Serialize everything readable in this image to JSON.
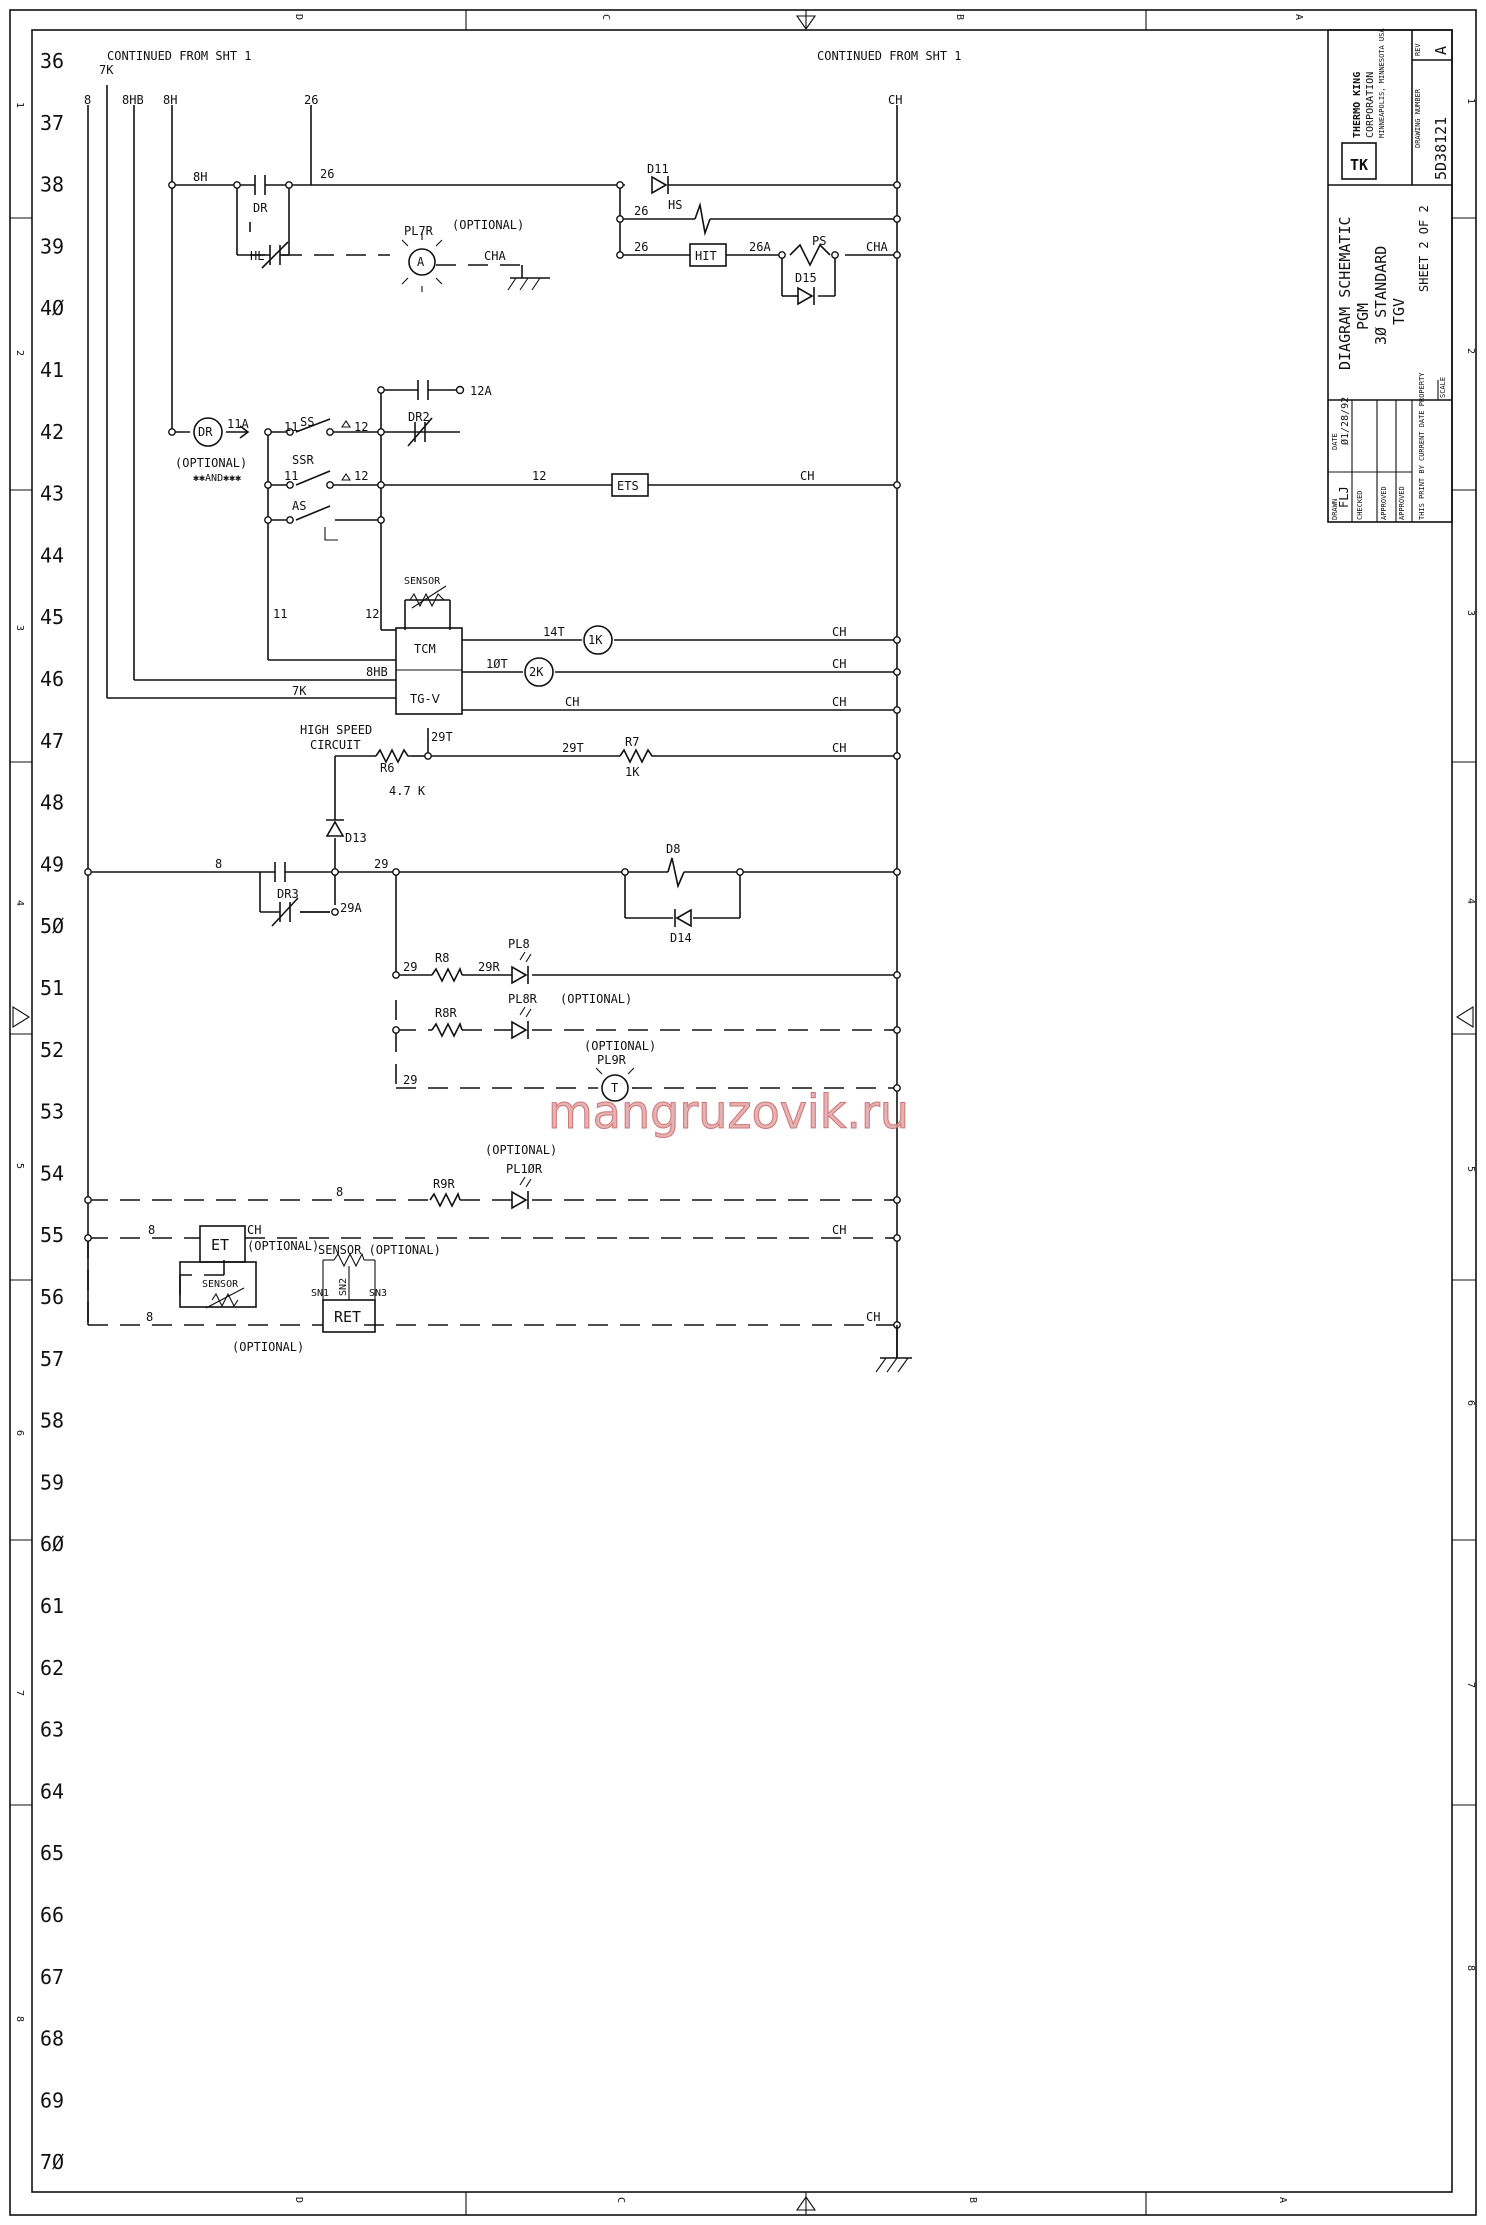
{
  "header": {
    "continued_left": "CONTINUED FROM SHT 1",
    "continued_right": "CONTINUED FROM SHT 1"
  },
  "border": {
    "top_letters": [
      "D",
      "C",
      "B",
      "A"
    ],
    "bottom_letters": [
      "D",
      "C",
      "B",
      "A"
    ],
    "left_numbers": [
      "1",
      "2",
      "3",
      "4",
      "5",
      "6",
      "7",
      "8"
    ],
    "right_numbers": [
      "1",
      "2",
      "3",
      "4",
      "5",
      "6",
      "7",
      "8"
    ]
  },
  "rows": [
    "36",
    "37",
    "38",
    "39",
    "4Ø",
    "41",
    "42",
    "43",
    "44",
    "45",
    "46",
    "47",
    "48",
    "49",
    "5Ø",
    "51",
    "52",
    "53",
    "54",
    "55",
    "56",
    "57",
    "58",
    "59",
    "6Ø",
    "61",
    "62",
    "63",
    "64",
    "65",
    "66",
    "67",
    "68",
    "69",
    "7Ø"
  ],
  "title_block": {
    "company_name": "THERMO KING",
    "company_line2": "CORPORATION",
    "company_line3": "MINNEAPOLIS, MINNESOTA USA",
    "drawing_number_label": "DRAWING NUMBER",
    "drawing_number": "5D38121",
    "rev_label": "REV",
    "rev": "A",
    "title_1": "DIAGRAM SCHEMATIC",
    "title_2": "PGM",
    "title_3": "3Ø STANDARD",
    "title_4": "TGV",
    "sheet": "SHEET 2 OF 2",
    "scale_label": "SCALE",
    "date_label": "DATE",
    "date": "Ø1/28/92",
    "drawn_label": "DRAWN",
    "drawn": "FLJ",
    "checked_label": "CHECKED",
    "approved_label": "APPROVED",
    "approved2_label": "APPROVED",
    "view_note": "THIS PRINT BY CURRENT DATE PROPERTY"
  },
  "labels": {
    "w8": "8",
    "w8hb": "8HB",
    "w8h": "8H",
    "w26": "26",
    "wch": "CH",
    "w7k": "7K",
    "w8h_r38": "8H",
    "w26_r38": "26",
    "d11": "D11",
    "hs": "HS",
    "w26_hs": "26",
    "dr": "DR",
    "hl": "HL",
    "pl7r": "PL7R",
    "optional_pl7r": "(OPTIONAL)",
    "lamp_a": "A",
    "cha_39": "CHA",
    "w26_hit": "26",
    "hit": "HIT",
    "w26a": "26A",
    "ps": "PS",
    "cha_hit": "CHA",
    "d15": "D15",
    "w12a": "12A",
    "dr2": "DR2",
    "dr_motor": "DR",
    "w11a": "11A",
    "ss": "SS",
    "w11_ss": "11",
    "w12_ss": "12",
    "optional_dr": "(OPTIONAL)",
    "and_note": "✱✱AND✱✱✱",
    "ssr": "SSR",
    "w11_ssr": "11",
    "w12_ssr": "12",
    "w12_ets": "12",
    "ets": "ETS",
    "ch_ets": "CH",
    "as": "AS",
    "sensor_tcm": "SENSOR",
    "w11_vert": "11",
    "w12_vert": "12",
    "w14t": "14T",
    "k1": "1K",
    "ch_45": "CH",
    "tcm": "TCM",
    "w8hb_tcm": "8HB",
    "w10t": "1ØT",
    "k2": "2K",
    "ch_46": "CH",
    "w7k_tcm": "7K",
    "tgv": "TG-Ⅴ",
    "ch_tgv": "CH",
    "high_speed_1": "HIGH SPEED",
    "high_speed_2": "CIRCUIT",
    "w29t": "29T",
    "w29t_r7": "29T",
    "r7": "R7",
    "r7_val": "1K",
    "ch_47": "CH",
    "r6": "R6",
    "r6_val": "4.7 K",
    "d13": "D13",
    "w8_49": "8",
    "w29_49": "29",
    "d8": "D8",
    "dr3": "DR3",
    "w29a": "29A",
    "d14": "D14",
    "w29_51": "29",
    "r8": "R8",
    "w29r": "29R",
    "pl8": "PL8",
    "r8r": "R8R",
    "pl8r": "PL8R",
    "optional_pl8r": "(OPTIONAL)",
    "optional_pl9r": "(OPTIONAL)",
    "pl9r": "PL9R",
    "lamp_t": "T",
    "w29_53": "29",
    "optional_pl10r": "(OPTIONAL)",
    "pl10r": "PL1ØR",
    "w8_54": "8",
    "r9r": "R9R",
    "w8_55": "8",
    "et": "ET",
    "ch_et": "CH",
    "optional_et": "(OPTIONAL)",
    "ch_55": "CH",
    "sensor_optional": "SENSOR (OPTIONAL)",
    "sensor_et": "SENSOR",
    "sn1": "SN1",
    "sn2": "SN2",
    "sn3": "SN3",
    "ret": "RET",
    "w8_56": "8",
    "ch_56": "CH",
    "optional_56": "(OPTIONAL)"
  },
  "watermark": "mangruzovik.ru"
}
